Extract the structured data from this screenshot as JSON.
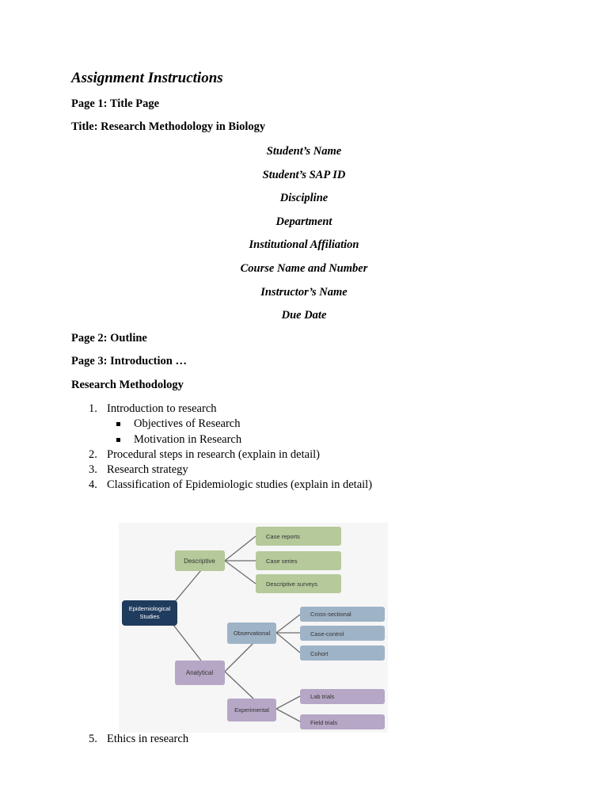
{
  "document": {
    "title": "Assignment Instructions",
    "page1_heading": "Page 1: Title Page",
    "title_line": "Title: Research Methodology in Biology",
    "title_page_lines": [
      "Student’s Name",
      "Student’s SAP ID",
      "Discipline",
      "Department",
      "Institutional Affiliation",
      "Course Name and Number",
      "Instructor’s Name",
      "Due Date"
    ],
    "page2_heading": "Page 2: Outline",
    "page3_heading": "Page 3: Introduction …",
    "section_heading": "Research Methodology",
    "list": [
      {
        "num": "1.",
        "text": "Introduction to research"
      },
      {
        "num": "2.",
        "text": "Procedural steps in research (explain in detail)"
      },
      {
        "num": "3.",
        "text": "Research strategy"
      },
      {
        "num": "4.",
        "text": "Classification of Epidemiologic studies (explain in detail)"
      }
    ],
    "sub_list": [
      "Objectives of Research",
      "Motivation in Research"
    ],
    "list_item5": {
      "num": "5.",
      "text": "Ethics in research"
    }
  },
  "diagram": {
    "root": "Epidemiological Studies",
    "descriptive": "Descriptive",
    "analytical": "Analytical",
    "descriptive_children": [
      "Case reports",
      "Case series",
      "Descriptive surveys"
    ],
    "observational": "Observational",
    "experimental": "Experimental",
    "observational_children": [
      "Cross-sectional",
      "Case-control",
      "Cohort"
    ],
    "experimental_children": [
      "Lab trials",
      "Field trials"
    ],
    "colors": {
      "root": "#1f3b5e",
      "green": "#b5c99a",
      "blue": "#9fb3c7",
      "purple": "#b6a7c6",
      "line": "#6b6b6b"
    }
  }
}
